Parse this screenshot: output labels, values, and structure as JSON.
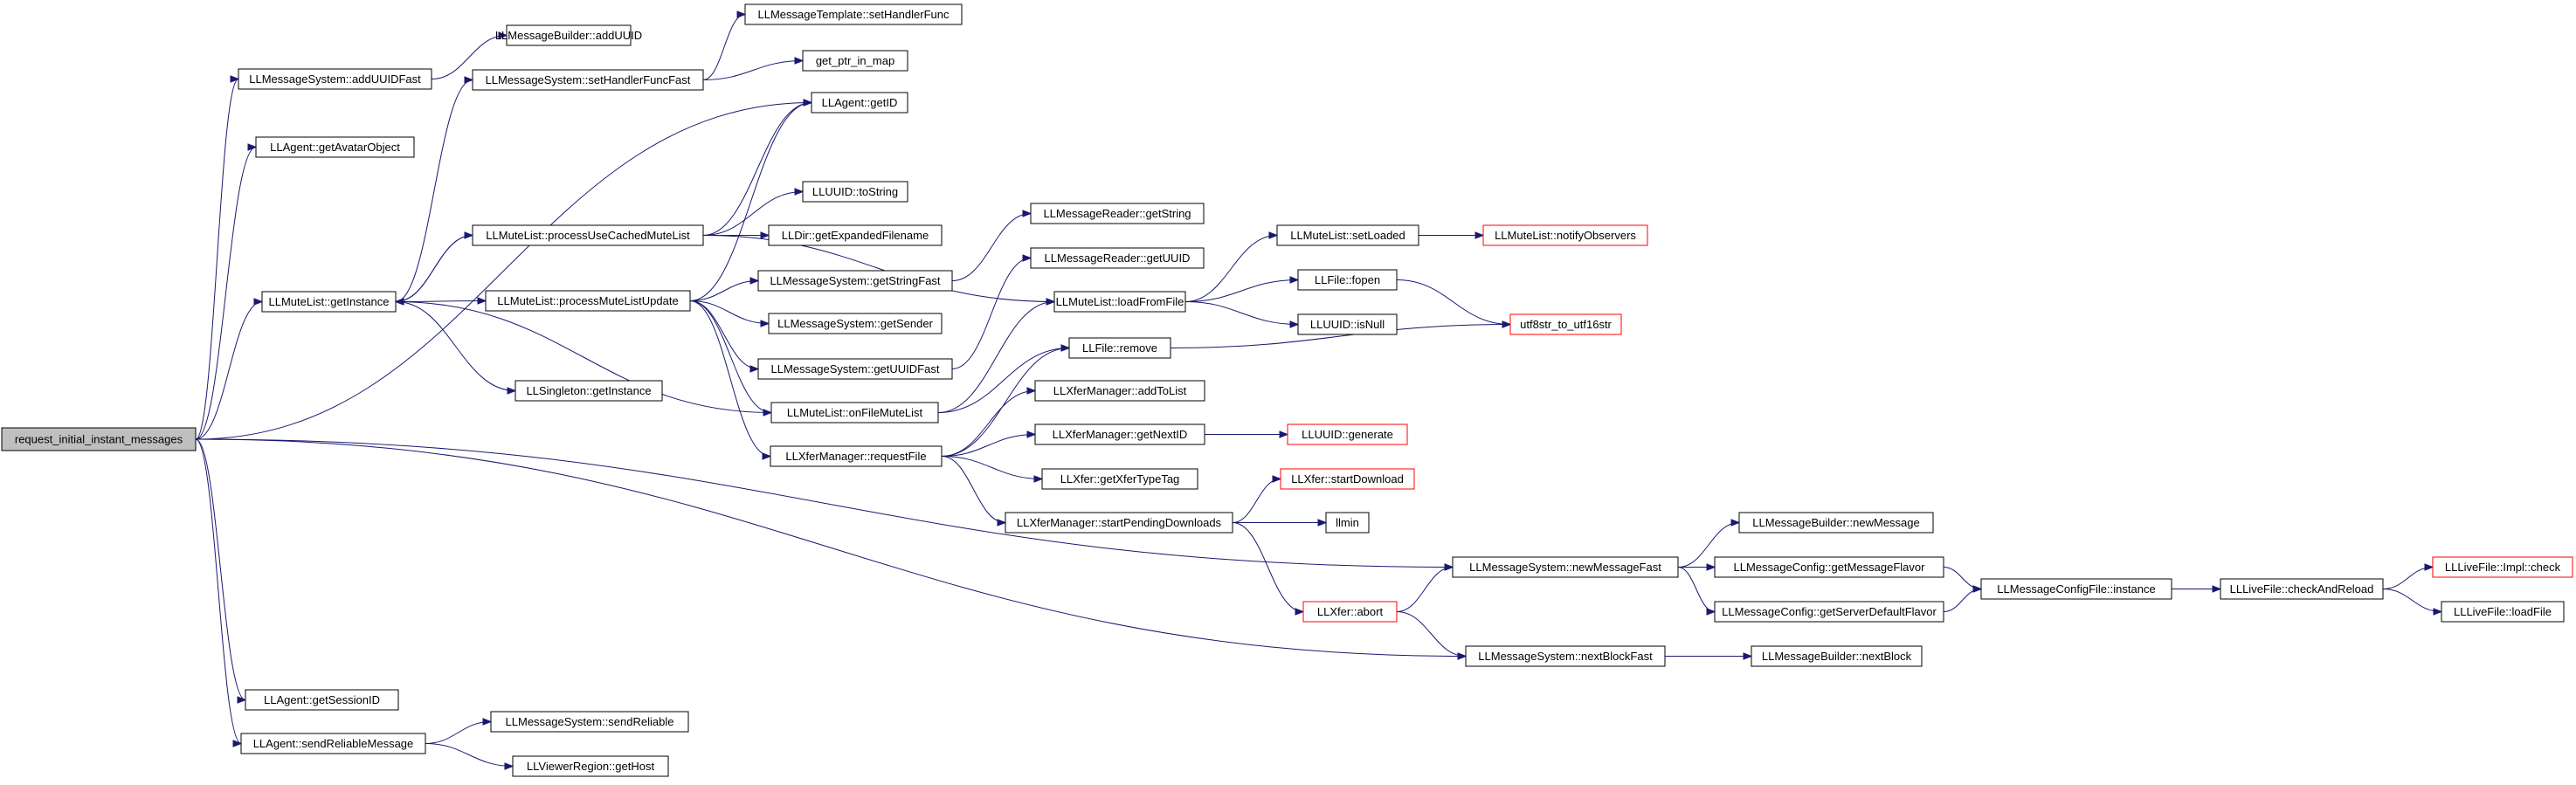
{
  "colors": {
    "edge": "#191970",
    "truncated_border": "#ff0000",
    "root_fill": "#bfbfbf",
    "node_border": "#000000"
  },
  "nodes": {
    "root": "request_initial_instant_messages",
    "addUUIDFast": "LLMessageSystem::addUUIDFast",
    "mbAddUUID": "LLMessageBuilder::addUUID",
    "setHandlerFunc": "LLMessageTemplate::setHandlerFunc",
    "setHandlerFuncFast": "LLMessageSystem::setHandlerFuncFast",
    "getPtrInMap": "get_ptr_in_map",
    "getAvatarObject": "LLAgent::getAvatarObject",
    "agentGetID": "LLAgent::getID",
    "toString": "LLUUID::toString",
    "processUseCached": "LLMuteList::processUseCachedMuteList",
    "getExpandedFilename": "LLDir::getExpandedFilename",
    "mrGetString": "LLMessageReader::getString",
    "getStringFast": "LLMessageSystem::getStringFast",
    "mrGetUUID": "LLMessageReader::getUUID",
    "getInstance": "LLMuteList::getInstance",
    "processMuteListUpdate": "LLMuteList::processMuteListUpdate",
    "getSender": "LLMessageSystem::getSender",
    "setLoaded": "LLMuteList::setLoaded",
    "notifyObservers": "LLMuteList::notifyObservers",
    "fopen": "LLFile::fopen",
    "loadFromFile": "LLMuteList::loadFromFile",
    "isNull": "LLUUID::isNull",
    "utf8str": "utf8str_to_utf16str",
    "getUUIDFast": "LLMessageSystem::getUUIDFast",
    "fileRemove": "LLFile::remove",
    "singletonGetInstance": "LLSingleton::getInstance",
    "onFileMuteList": "LLMuteList::onFileMuteList",
    "addToList": "LLXferManager::addToList",
    "requestFile": "LLXferManager::requestFile",
    "getNextID": "LLXferManager::getNextID",
    "generate": "LLUUID::generate",
    "getXferTypeTag": "LLXfer::getXferTypeTag",
    "startDownload": "LLXfer::startDownload",
    "startPending": "LLXferManager::startPendingDownloads",
    "llmin": "llmin",
    "newMessage": "LLMessageBuilder::newMessage",
    "newMessageFast": "LLMessageSystem::newMessageFast",
    "getMessageFlavor": "LLMessageConfig::getMessageFlavor",
    "implCheck": "LLLiveFile::Impl::check",
    "configInstance": "LLMessageConfigFile::instance",
    "checkAndReload": "LLLiveFile::checkAndReload",
    "xferAbort": "LLXfer::abort",
    "getServerDefaultFlavor": "LLMessageConfig::getServerDefaultFlavor",
    "loadFile": "LLLiveFile::loadFile",
    "nextBlockFast": "LLMessageSystem::nextBlockFast",
    "nextBlock": "LLMessageBuilder::nextBlock",
    "getSessionID": "LLAgent::getSessionID",
    "sendReliable": "LLMessageSystem::sendReliable",
    "sendReliableMessage": "LLAgent::sendReliableMessage",
    "getHost": "LLViewerRegion::getHost"
  },
  "edges": [
    [
      "root",
      "addUUIDFast"
    ],
    [
      "root",
      "getAvatarObject"
    ],
    [
      "root",
      "agentGetID"
    ],
    [
      "root",
      "getInstance"
    ],
    [
      "root",
      "newMessageFast"
    ],
    [
      "root",
      "nextBlockFast"
    ],
    [
      "root",
      "getSessionID"
    ],
    [
      "root",
      "sendReliableMessage"
    ],
    [
      "addUUIDFast",
      "mbAddUUID"
    ],
    [
      "setHandlerFuncFast",
      "setHandlerFunc"
    ],
    [
      "setHandlerFuncFast",
      "getPtrInMap"
    ],
    [
      "getInstance",
      "setHandlerFuncFast"
    ],
    [
      "getInstance",
      "processUseCached"
    ],
    [
      "getInstance",
      "processMuteListUpdate"
    ],
    [
      "getInstance",
      "singletonGetInstance"
    ],
    [
      "processUseCached",
      "agentGetID"
    ],
    [
      "processUseCached",
      "toString"
    ],
    [
      "processUseCached",
      "getExpandedFilename"
    ],
    [
      "processUseCached",
      "getInstance"
    ],
    [
      "processUseCached",
      "loadFromFile"
    ],
    [
      "processMuteListUpdate",
      "agentGetID"
    ],
    [
      "processMuteListUpdate",
      "getStringFast"
    ],
    [
      "processMuteListUpdate",
      "getSender"
    ],
    [
      "processMuteListUpdate",
      "getUUIDFast"
    ],
    [
      "processMuteListUpdate",
      "onFileMuteList"
    ],
    [
      "processMuteListUpdate",
      "requestFile"
    ],
    [
      "getStringFast",
      "mrGetString"
    ],
    [
      "getUUIDFast",
      "mrGetUUID"
    ],
    [
      "onFileMuteList",
      "getInstance"
    ],
    [
      "onFileMuteList",
      "loadFromFile"
    ],
    [
      "onFileMuteList",
      "fileRemove"
    ],
    [
      "loadFromFile",
      "setLoaded"
    ],
    [
      "loadFromFile",
      "fopen"
    ],
    [
      "loadFromFile",
      "isNull"
    ],
    [
      "setLoaded",
      "notifyObservers"
    ],
    [
      "fopen",
      "utf8str"
    ],
    [
      "fileRemove",
      "utf8str"
    ],
    [
      "requestFile",
      "fileRemove"
    ],
    [
      "requestFile",
      "addToList"
    ],
    [
      "requestFile",
      "getNextID"
    ],
    [
      "requestFile",
      "getXferTypeTag"
    ],
    [
      "requestFile",
      "startPending"
    ],
    [
      "getNextID",
      "generate"
    ],
    [
      "startPending",
      "startDownload"
    ],
    [
      "startPending",
      "llmin"
    ],
    [
      "startPending",
      "xferAbort"
    ],
    [
      "xferAbort",
      "newMessageFast"
    ],
    [
      "xferAbort",
      "nextBlockFast"
    ],
    [
      "newMessageFast",
      "newMessage"
    ],
    [
      "newMessageFast",
      "getMessageFlavor"
    ],
    [
      "newMessageFast",
      "getServerDefaultFlavor"
    ],
    [
      "getMessageFlavor",
      "configInstance"
    ],
    [
      "getServerDefaultFlavor",
      "configInstance"
    ],
    [
      "configInstance",
      "checkAndReload"
    ],
    [
      "checkAndReload",
      "implCheck"
    ],
    [
      "checkAndReload",
      "loadFile"
    ],
    [
      "nextBlockFast",
      "nextBlock"
    ],
    [
      "sendReliableMessage",
      "sendReliable"
    ],
    [
      "sendReliableMessage",
      "getHost"
    ]
  ],
  "truncated": [
    "notifyObservers",
    "utf8str",
    "generate",
    "startDownload",
    "xferAbort",
    "implCheck"
  ]
}
